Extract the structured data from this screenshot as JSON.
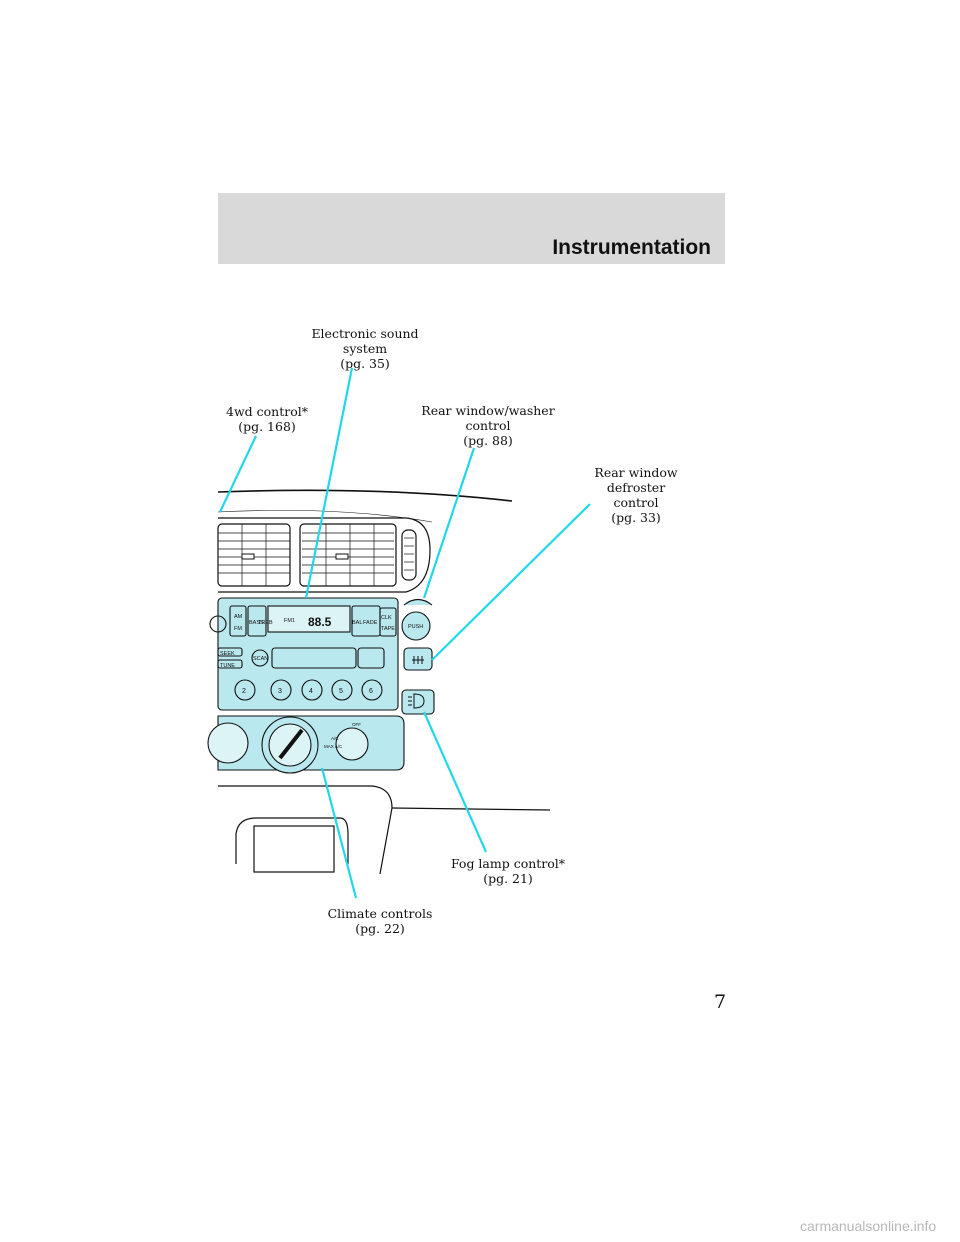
{
  "header": {
    "title": "Instrumentation"
  },
  "callouts": {
    "sound": "Electronic sound system\n(pg. 35)",
    "fourwd": "4wd control*\n(pg. 168)",
    "washer": "Rear window/washer\ncontrol\n(pg. 88)",
    "defrost": "Rear window defroster\ncontrol\n(pg. 33)",
    "fog": "Fog lamp control*\n(pg. 21)",
    "climate": "Climate controls\n(pg. 22)"
  },
  "radio": {
    "am": "AM",
    "fm": "FM",
    "bass": "BASS",
    "treb": "TREB",
    "freq": "FM1",
    "display": "88.5",
    "bal": "BAL",
    "fade": "FADE",
    "clk": "CLK",
    "tape": "TAPE",
    "seek": "SEEK",
    "tune": "TUNE",
    "scan": "SCAN",
    "presets": [
      "2",
      "3",
      "4",
      "5",
      "6"
    ]
  },
  "controls": {
    "push": "PUSH",
    "ac": "A/C",
    "max_ac": "MAX A/C",
    "off": "OFF"
  },
  "page_number": "7",
  "watermark": "carmanualsonline.info",
  "colors": {
    "callout_line": "#22d8e8",
    "header_band": "#d9d9d9"
  }
}
